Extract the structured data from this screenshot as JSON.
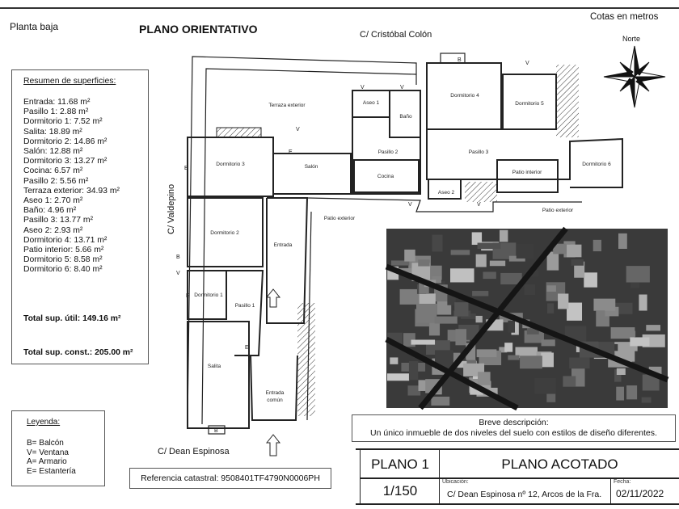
{
  "header": {
    "floor": "Planta baja",
    "title": "PLANO ORIENTATIVO",
    "units": "Cotas en metros",
    "north": "Norte"
  },
  "streets": {
    "north": "C/ Cristóbal Colón",
    "west": "C/ Valdepino",
    "south": "C/ Dean Espinosa"
  },
  "summary": {
    "heading": "Resumen de superficies:",
    "items": [
      "Entrada: 11.68 m²",
      "Pasillo 1: 2.88 m²",
      "Dormitorio 1:  7.52 m²",
      "Salita: 18.89 m²",
      "Dormitorio 2: 14.86 m²",
      "Salón: 12.88 m²",
      "Dormitorio 3: 13.27 m²",
      "Cocina: 6.57 m²",
      "Pasillo 2: 5.56 m²",
      "Terraza exterior: 34.93 m²",
      "Aseo 1: 2.70 m²",
      "Baño: 4.96 m²",
      "Pasillo 3: 13.77 m²",
      "Aseo 2: 2.93 m²",
      "Dormitorio 4: 13.71 m²",
      "Patio interior: 5.66 m²",
      "Dormitorio 5: 8.58 m²",
      "Dormitorio 6: 8.40 m²"
    ],
    "total_util": "Total sup. útil: 149.16 m²",
    "total_const": "Total sup. const.: 205.00 m²"
  },
  "legend": {
    "heading": "Leyenda:",
    "items": [
      "B= Balcón",
      "V= Ventana",
      "A= Armario",
      "E= Estantería"
    ]
  },
  "rooms": {
    "terraza": "Terraza exterior",
    "aseo1": "Aseo 1",
    "bano": "Baño",
    "dorm4": "Dormitorio 4",
    "dorm5": "Dormitorio 5",
    "dorm3": "Dormitorio 3",
    "salon": "Salón",
    "pasillo2": "Pasillo 2",
    "cocina": "Cocina",
    "pasillo3": "Pasillo 3",
    "aseo2": "Aseo 2",
    "patio_int": "Patio interior",
    "dorm6": "Dormitorio 6",
    "patio_ext1": "Patio exterior",
    "patio_ext2": "Patio exterior",
    "dorm2": "Dormitorio 2",
    "entrada": "Entrada",
    "dorm1": "Dormitorio 1",
    "pasillo1": "Pasillo 1",
    "salita": "Salita",
    "entrada_comun1": "Entrada",
    "entrada_comun2": "común"
  },
  "catastral": "Referencia catastral: 9508401TF4790N0006PH",
  "description": {
    "heading": "Breve descripción:",
    "text": "Un único inmueble de dos niveles del suelo con estilos de diseño diferentes."
  },
  "title_block": {
    "plan": "PLANO 1",
    "name": "PLANO ACOTADO",
    "scale": "1/150",
    "location_label": "Ubicación:",
    "location": "C/ Dean Espinosa nº 12, Arcos de la Fra.",
    "date_label": "Fecha:",
    "date": "02/11/2022"
  }
}
